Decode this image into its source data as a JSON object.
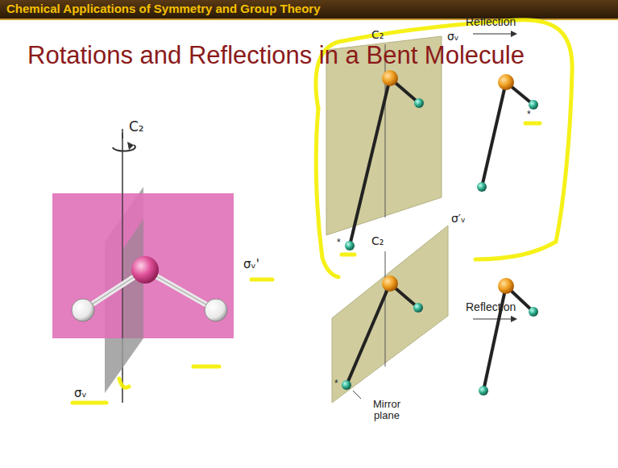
{
  "diagram": {
    "title": "Rotations and Reflections in a Bent Molecule",
    "labels": [
      "Chemical Applications of Symmetry and Group Theory",
      "C₂",
      "σᵥ'",
      "σᵥ",
      "C₂",
      "σᵥ",
      "Reflection",
      "*",
      "*",
      "C₂",
      "σ′ᵥ",
      "Reflection",
      "*",
      "Mirror plane"
    ]
  }
}
